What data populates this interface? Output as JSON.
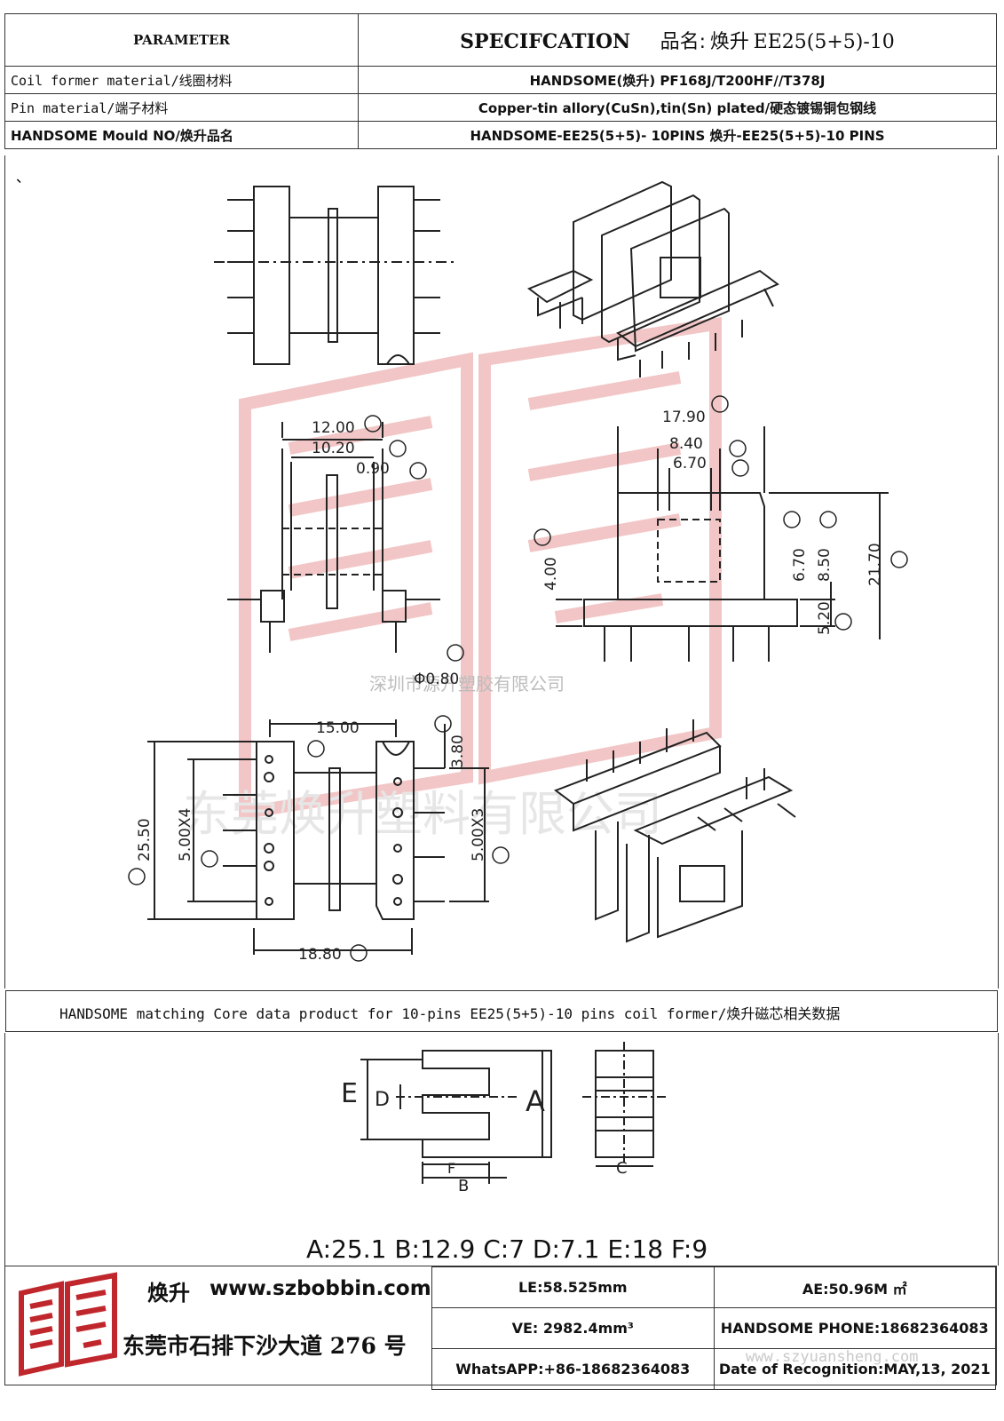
{
  "header": {
    "param_label": "PARAMETER",
    "spec_label": "SPECIFCATION",
    "product_name_label": "品名:",
    "product_name_cn": "焕升",
    "product_code": "EE25(5+5)-10",
    "rows": [
      {
        "label": "Coil former material/线圈材料",
        "value": "HANDSOME(焕升)   PF168J/T200HF//T378J"
      },
      {
        "label": "Pin material/端子材料",
        "value": "Copper-tin allory(CuSn),tin(Sn) plated/硬态镀锡铜包钢线"
      },
      {
        "label": "HANDSOME Mould NO/焕升品名",
        "value": "HANDSOME-EE25(5+5)- 10PINS    焕升-EE25(5+5)-10 PINS"
      }
    ]
  },
  "drawing": {
    "comma_mark": "、",
    "dims": {
      "A": "12.00",
      "B": "10.20",
      "C": "0.90",
      "D": "Φ0.80",
      "E": "4.00",
      "F": "17.90",
      "G": "8.40",
      "H": "6.70",
      "I": "6.70",
      "J": "8.50",
      "K": "21.70",
      "L": "5.20",
      "M": "25.50",
      "N": "5.00X4",
      "O": "15.00",
      "P": "3.80",
      "Q": "5.00X3",
      "R": "18.80"
    },
    "watermark_cn": "深圳市源升塑胶有限公司",
    "watermark_cn2": "东莞焕升塑料有限公司"
  },
  "core": {
    "title": "HANDSOME matching Core data  product for 10-pins EE25(5+5)-10 pins coil former/焕升磁芯相关数据",
    "labels": {
      "A": "A",
      "B": "B",
      "C": "C",
      "D": "D",
      "E": "E",
      "F": "F"
    },
    "dims_text": "A:25.1 B:12.9 C:7 D:7.1 E:18 F:9"
  },
  "footer": {
    "brand_cn": "焕升",
    "website": "www.szbobbin.com",
    "address": "东莞市石排下沙大道 276 号",
    "le": "LE:58.525mm",
    "ae": "AE:50.96M ㎡",
    "ve": "VE: 2982.4mm³",
    "phone": "HANDSOME PHONE:18682364083",
    "whatsapp": "WhatsAPP:+86-18682364083",
    "date": "Date of Recognition:MAY,13, 2021",
    "watermark_url": "www.szyuansheng.com"
  },
  "colors": {
    "logo_red": "#c0272d",
    "watermark_red": "#f2c6c6",
    "line": "#222222"
  }
}
